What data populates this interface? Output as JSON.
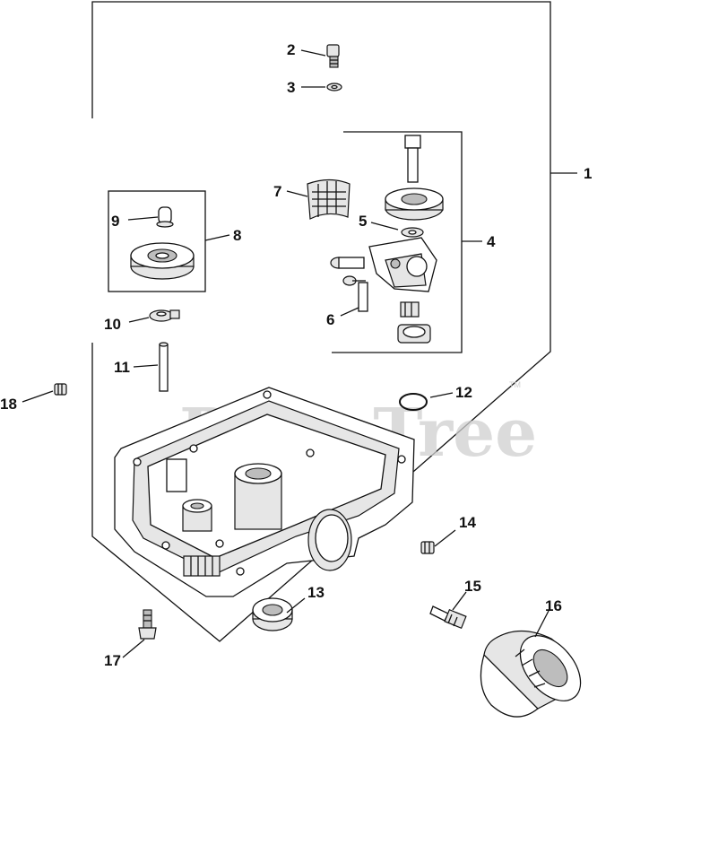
{
  "watermark": {
    "text": "PartsTree",
    "trademark": "TM"
  },
  "callouts": [
    {
      "id": "1",
      "label": "1"
    },
    {
      "id": "2",
      "label": "2"
    },
    {
      "id": "3",
      "label": "3"
    },
    {
      "id": "4",
      "label": "4"
    },
    {
      "id": "5",
      "label": "5"
    },
    {
      "id": "6",
      "label": "6"
    },
    {
      "id": "7",
      "label": "7"
    },
    {
      "id": "8",
      "label": "8"
    },
    {
      "id": "9",
      "label": "9"
    },
    {
      "id": "10",
      "label": "10"
    },
    {
      "id": "11",
      "label": "11"
    },
    {
      "id": "12",
      "label": "12"
    },
    {
      "id": "13",
      "label": "13"
    },
    {
      "id": "14",
      "label": "14"
    },
    {
      "id": "15",
      "label": "15"
    },
    {
      "id": "16",
      "label": "16"
    },
    {
      "id": "17",
      "label": "17"
    },
    {
      "id": "18",
      "label": "18"
    }
  ]
}
